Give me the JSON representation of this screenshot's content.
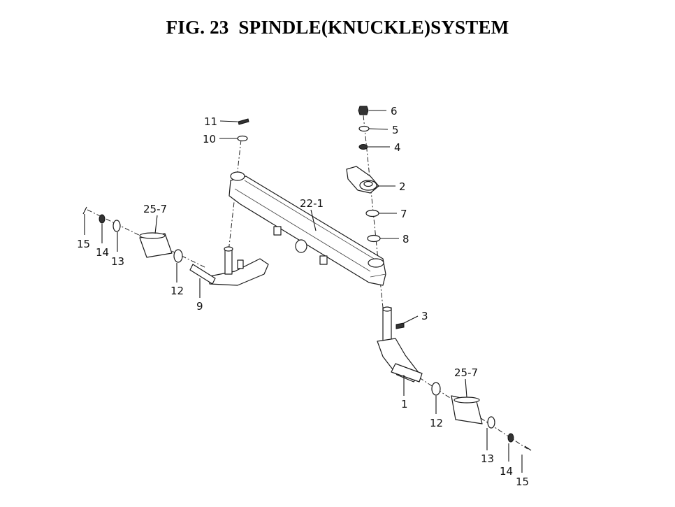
{
  "figure": {
    "title": "FIG. 23  SPINDLE(KNUCKLE)SYSTEM"
  },
  "callouts": {
    "p1": "1",
    "p2": "2",
    "p3": "3",
    "p4": "4",
    "p5": "5",
    "p6": "6",
    "p7": "7",
    "p8": "8",
    "p9": "9",
    "p10": "10",
    "p11": "11",
    "p12_left": "12",
    "p12_right": "12",
    "p13_left": "13",
    "p13_right": "13",
    "p14_left": "14",
    "p14_right": "14",
    "p15_left": "15",
    "p15_right": "15",
    "p22_1": "22-1",
    "p25_7_left": "25-7",
    "p25_7_right": "25-7"
  }
}
